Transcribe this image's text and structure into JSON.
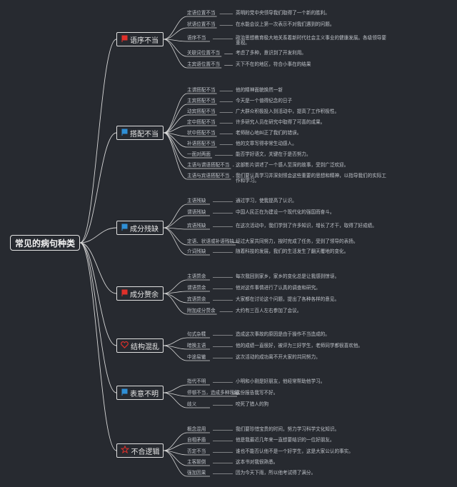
{
  "root": "常见的病句种类",
  "colors": {
    "red": "#e0302a",
    "blue": "#2f8fd6",
    "line": "#d8d8d8",
    "text": "#bfc3c9"
  },
  "categories": [
    {
      "label": "语序不当",
      "icon": "red-flag-icon",
      "items": [
        {
          "a": "定语位置不当",
          "b": "英明的党中央领导我们取得了一个新的胜利。"
        },
        {
          "a": "状语位置不当",
          "b": "在水能会议上第一次表示不对我们遇到的问题。"
        },
        {
          "a": "语序不当",
          "b": "政治思想教育极大地关系着新时代社会主义事业的健康发展。各级领导要重视。"
        },
        {
          "a": "关联词位置不当",
          "b": "考虑了多种，意识到了开发利用。"
        },
        {
          "a": "主宾语位置不当",
          "b": "天下不在的地区，符合小事在的结果"
        }
      ]
    },
    {
      "label": "搭配不当",
      "icon": "blue-flag-icon",
      "items": [
        {
          "a": "主谓搭配不当",
          "b": "他的精神面貌焕然一新"
        },
        {
          "a": "主宾搭配不当",
          "b": "今天是一个值得纪念的日子"
        },
        {
          "a": "动宾搭配不当",
          "b": "广大群众积极投入到活动中，提高了工作积极性。"
        },
        {
          "a": "定中搭配不当",
          "b": "许多研究人员在研究中取得了可喜的成果。"
        },
        {
          "a": "状中搭配不当",
          "b": "老师耐心地纠正了我们的错误。"
        },
        {
          "a": "补语搭配不当",
          "b": "他的文章写得非常生动感人。"
        },
        {
          "a": "一面对两面",
          "b": "能否学好语文，关键在于是否努力。"
        },
        {
          "a": "主语与谓语搭配不当",
          "b": "这部影片讲述了一个感人至深的故事，受到广泛欢迎。"
        },
        {
          "a": "主语与宾语搭配不当",
          "b": "我们要认真学习并深刻领会这些重要的思想和精神，以指导我们的实际工作和学习。"
        }
      ]
    },
    {
      "label": "成分残缺",
      "icon": "blue-flag-icon",
      "items": [
        {
          "a": "主语残缺",
          "b": "通过学习，使我提高了认识。"
        },
        {
          "a": "谓语残缺",
          "b": "中国人民正在为建设一个现代化的强国而奋斗。"
        },
        {
          "a": "宾语残缺",
          "b": "在这次活动中，我们学到了许多知识，增长了才干，取得了好成绩。"
        },
        {
          "a": "定语、状语或补语残缺",
          "b": "经过大家共同努力，按时完成了任务，受到了领导的表扬。"
        },
        {
          "a": "介词残缺",
          "b": "随着科技的发展，我们的生活发生了翻天覆地的变化。"
        }
      ]
    },
    {
      "label": "成分赘余",
      "icon": "red-flag-icon",
      "items": [
        {
          "a": "主语赘余",
          "b": "每次我回到家乡，家乡的变化总是让我感到惊讶。"
        },
        {
          "a": "谓语赘余",
          "b": "他对这件事情进行了认真的调查和研究。"
        },
        {
          "a": "宾语赘余",
          "b": "大家都在讨论这个问题，提出了各种各样的意见。"
        },
        {
          "a": "附加成分赘余",
          "b": "大约有三百人左右参加了会议。"
        }
      ]
    },
    {
      "label": "结构混乱",
      "icon": "heart-icon",
      "items": [
        {
          "a": "句式杂糅",
          "b": "造成这次事故的原因是由于操作不当造成的。"
        },
        {
          "a": "暗换主语",
          "b": "他的成绩一直很好，被评为三好学生，老师同学都很喜欢他。"
        },
        {
          "a": "中途易辙",
          "b": "这次活动的成功离不开大家的共同努力。"
        }
      ]
    },
    {
      "label": "表意不明",
      "icon": "blue-flag-icon",
      "items": [
        {
          "a": "指代不明",
          "b": "小明和小刚是好朋友，他经常帮助他学习。"
        },
        {
          "a": "停顿不当，造成多种理解",
          "b": "这份报告我写不好。"
        },
        {
          "a": "歧义",
          "b": "咬死了猎人的狗"
        }
      ]
    },
    {
      "label": "不合逻辑",
      "icon": "star-icon",
      "items": [
        {
          "a": "概念混用",
          "b": "我们要珍惜宝贵的时间，努力学习科学文化知识。"
        },
        {
          "a": "自相矛盾",
          "b": "他是我最近几年来一直想要结识的一位好朋友。"
        },
        {
          "a": "否定不当",
          "b": "谁也不能否认他不是一个好学生，这是大家公认的事实。"
        },
        {
          "a": "主客颠倒",
          "b": "这本书对我很熟悉。"
        },
        {
          "a": "强加因果",
          "b": "因为今天下雨，所以他考试得了满分。"
        }
      ]
    }
  ]
}
